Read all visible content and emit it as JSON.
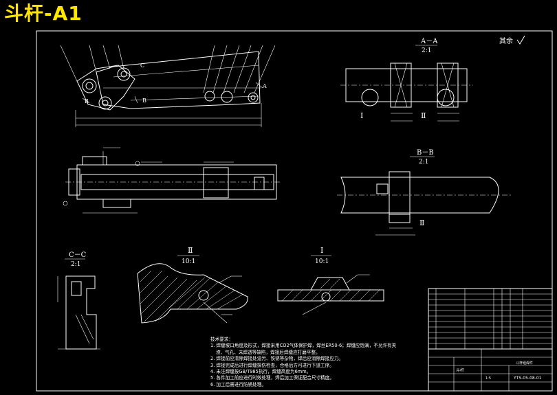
{
  "title": "斗杆-A1",
  "roughness_note": "其余",
  "views": {
    "aa": {
      "name": "A－A",
      "scale": "2:1"
    },
    "bb": {
      "name": "B－B",
      "scale": "2:1"
    },
    "cc": {
      "name": "C－C",
      "scale": "2:1"
    },
    "detail_ii": {
      "name": "Ⅱ",
      "scale": "10:1"
    },
    "detail_i": {
      "name": "Ⅰ",
      "scale": "10:1"
    }
  },
  "markers": {
    "a": "A",
    "b": "B",
    "c": "C",
    "i": "Ⅰ",
    "ii": "Ⅱ"
  },
  "tech_requirements": {
    "heading": "技术要求：",
    "items": [
      "1. 焊缝坡口角度及形式，焊接采用CO2气体保护焊，焊丝ER50-6；焊缝应饱满，不允许有夹",
      "渣、气孔、未焊透等缺陷，焊接后焊缝应打磨平整。",
      "2. 焊接前应清除焊接处油污、铁锈等杂物，焊后应消除焊接应力。",
      "3. 焊接完成后进行焊缝探伤检查，合格后方可进行下道工序。",
      "4. 未注焊缝按GB/T985执行，焊缝高度为6mm。",
      "5. 各件加工前应进行时效处理，焊后加工保证配合尺寸精度。",
      "6. 加工后需进行防锈处理。"
    ]
  },
  "title_block": {
    "drawing_name": "斗杆",
    "part_name": "斗杆组焊件",
    "drawing_number": "YTS-05-08-01",
    "scale": "1:5"
  }
}
